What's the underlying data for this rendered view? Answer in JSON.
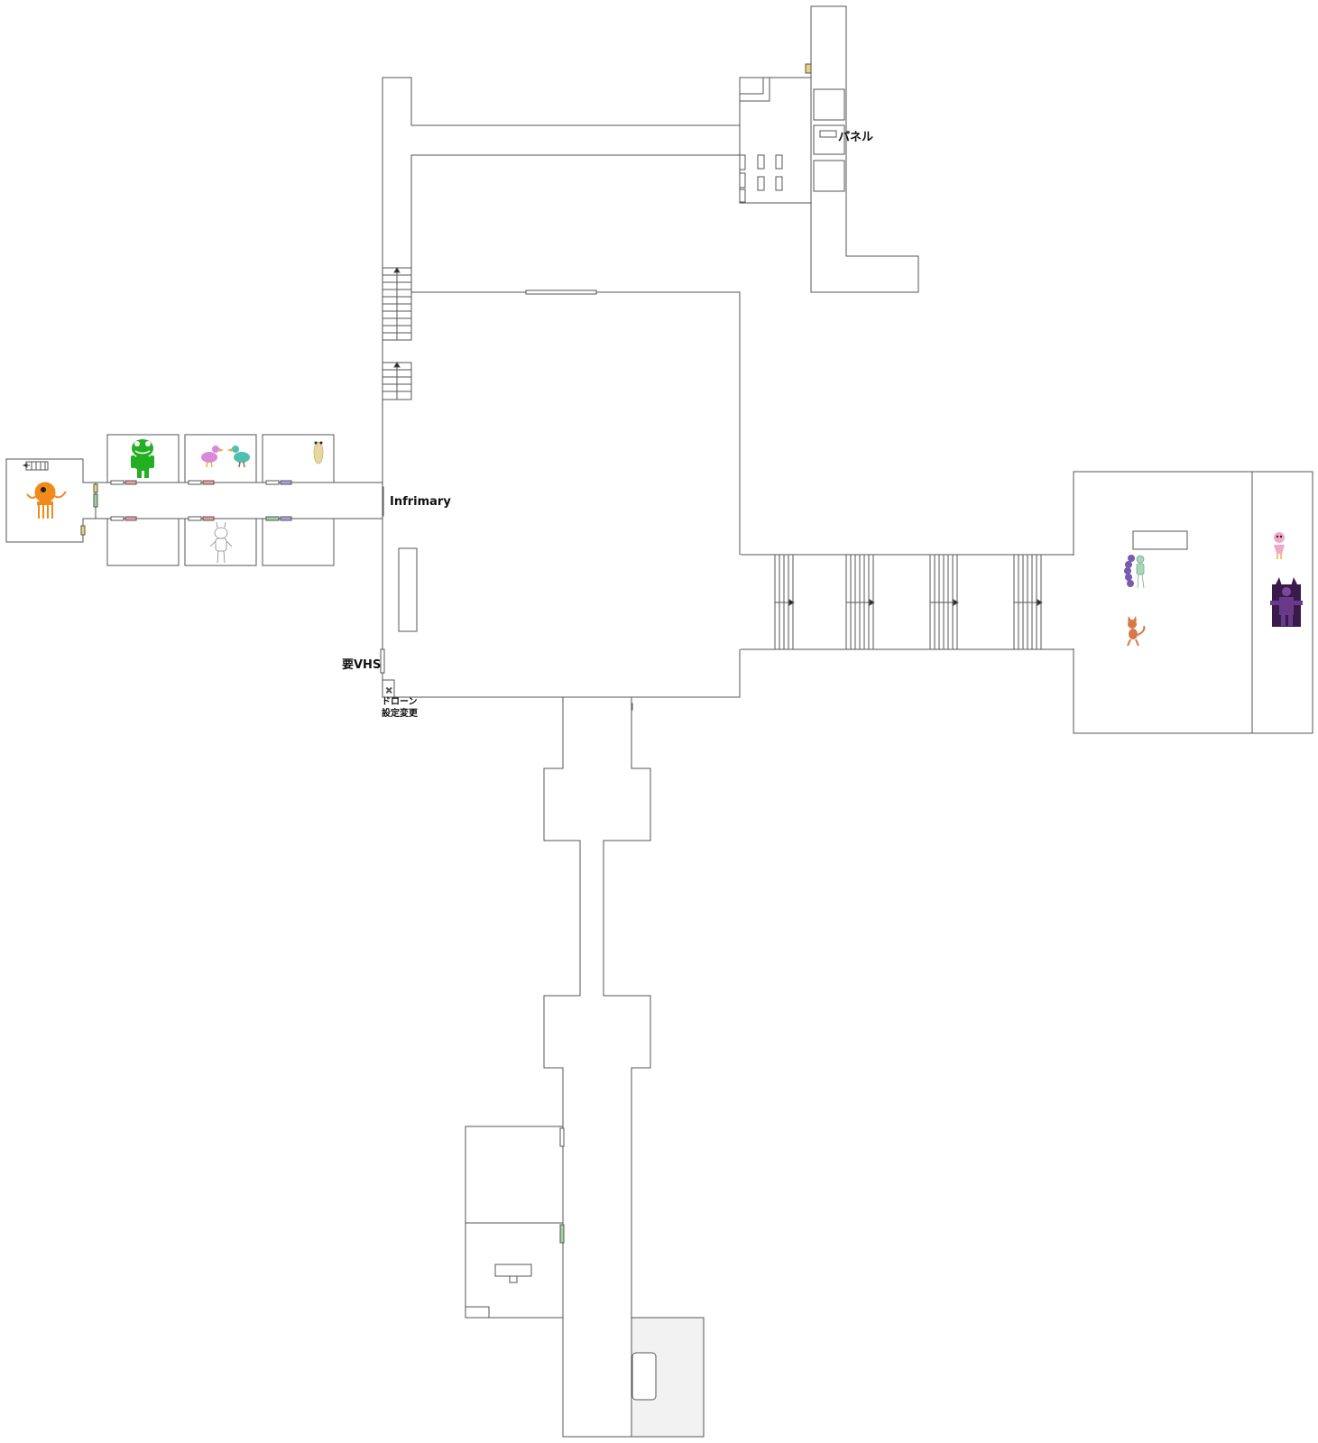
{
  "labels": {
    "panel": "パネル",
    "infirmary": "Infrimary",
    "vhs": "要VHS",
    "drone_line1": "ドローン",
    "drone_line2": "設定変更"
  },
  "colors": {
    "wall": "#555555",
    "floor": "#ffffff",
    "shaded_room": "#f2f2f2",
    "door_green": "#9fd49f",
    "door_pink": "#e8a0a0",
    "door_purple": "#b0a0e0",
    "door_yellow": "#e8d27a",
    "drone_marker": "#5cb85c"
  },
  "characters": [
    {
      "name": "orange-octopus",
      "color": "#f08a1a"
    },
    {
      "name": "green-frog",
      "color": "#22b022"
    },
    {
      "name": "pink-bird",
      "color": "#d88ad8"
    },
    {
      "name": "teal-bird",
      "color": "#4fc0b0"
    },
    {
      "name": "cream-bug",
      "color": "#e8d6a0"
    },
    {
      "name": "white-bunny",
      "color": "#ffffff"
    },
    {
      "name": "purple-caterpillar",
      "color": "#7a5ab0"
    },
    {
      "name": "mint-figure",
      "color": "#a8d8b8"
    },
    {
      "name": "orange-cat",
      "color": "#d8784a"
    },
    {
      "name": "pink-chick",
      "color": "#f0a8c8"
    },
    {
      "name": "purple-throne-queen",
      "color": "#5a2a7a"
    }
  ]
}
